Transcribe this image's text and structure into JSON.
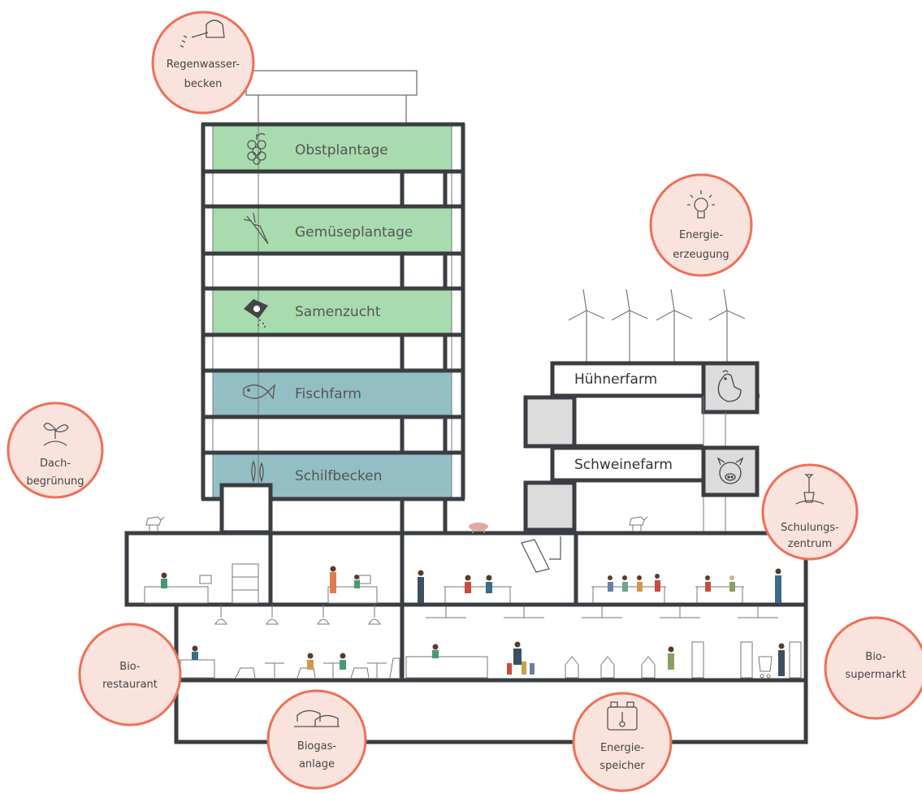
{
  "colors": {
    "structure": "#3a3d42",
    "green_floor": "#a8dcae",
    "blue_floor": "#93bfc4",
    "circle_fill": "#fbe3dd",
    "circle_stroke": "#ef6f57",
    "grey_box": "#dcdcdc",
    "line_art": "#666666"
  },
  "floors": {
    "obstplantage": "Obstplantage",
    "gemueseplantage": "Gemüseplantage",
    "samenzucht": "Samenzucht",
    "fischfarm": "Fischfarm",
    "schilfbecken": "Schilfbecken"
  },
  "farms": {
    "huehnerfarm": "Hühnerfarm",
    "schweinefarm": "Schweinefarm"
  },
  "circles": {
    "regenwasser": [
      "Regenwasser-",
      "becken"
    ],
    "energieerzeugung": [
      "Energie-",
      "erzeugung"
    ],
    "dachbegruenung": [
      "Dach-",
      "begrünung"
    ],
    "schulungszentrum": [
      "Schulungs-",
      "zentrum"
    ],
    "biorestaurant": [
      "Bio-",
      "restaurant"
    ],
    "biosupermarkt": [
      "Bio-",
      "supermarkt"
    ],
    "biogasanlage": [
      "Biogas-",
      "anlage"
    ],
    "energiespeicher": [
      "Energie-",
      "speicher"
    ]
  },
  "icons": {
    "regenwasser": "watering-can-icon",
    "energieerzeugung": "light-bulb-icon",
    "dachbegruenung": "seedling-icon",
    "schulungszentrum": "shovel-icon",
    "biogasanlage": "biogas-tank-icon",
    "energiespeicher": "battery-thermometer-icon",
    "obstplantage": "grapes-icon",
    "gemueseplantage": "carrot-icon",
    "samenzucht": "seed-packet-icon",
    "fischfarm": "fish-icon",
    "schilfbecken": "reed-icon",
    "huehnerfarm": "chicken-icon",
    "schweinefarm": "pig-icon"
  }
}
